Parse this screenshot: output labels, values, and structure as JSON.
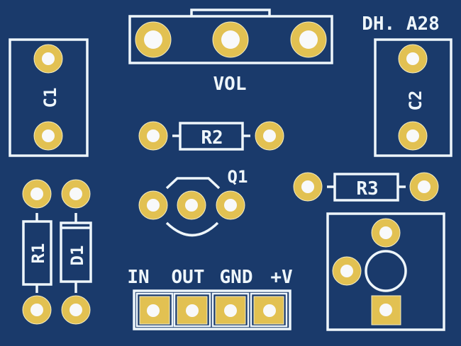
{
  "board": {
    "title_label": "DH. A28",
    "colors": {
      "substrate": "#1a3a6b",
      "silkscreen": "#eef6fb",
      "copper_pad": "#e2c152",
      "drill_hole": "#f8f9fa"
    }
  },
  "components": {
    "vol": {
      "label": "VOL",
      "type": "potentiometer",
      "pads": 3
    },
    "c1": {
      "label": "C1",
      "type": "capacitor",
      "pads": 2
    },
    "c2": {
      "label": "C2",
      "type": "capacitor",
      "pads": 2
    },
    "r1": {
      "label": "R1",
      "type": "resistor",
      "pads": 2
    },
    "r2": {
      "label": "R2",
      "type": "resistor",
      "pads": 2
    },
    "r3": {
      "label": "R3",
      "type": "resistor",
      "pads": 2
    },
    "d1": {
      "label": "D1",
      "type": "diode",
      "pads": 2
    },
    "q1": {
      "label": "Q1",
      "type": "transistor",
      "pads": 3
    },
    "led": {
      "label": "",
      "type": "led-jack",
      "pads": 3
    }
  },
  "connector": {
    "labels": [
      "IN",
      "OUT",
      "GND",
      "+V"
    ]
  }
}
